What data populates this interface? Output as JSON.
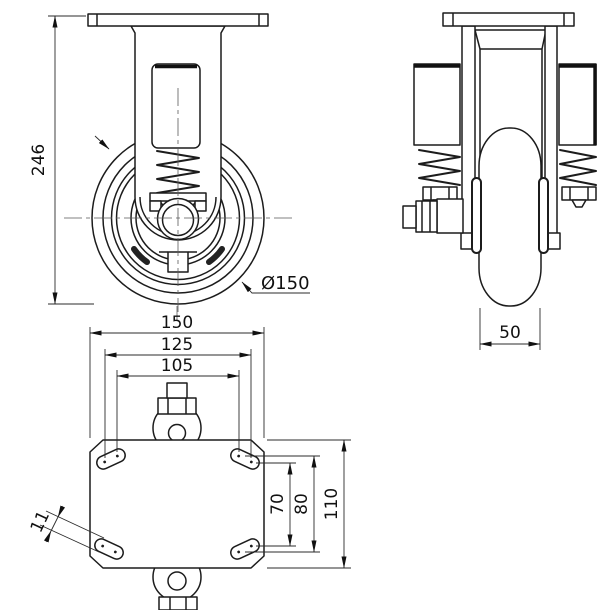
{
  "drawing": {
    "ink_color": "#1c1c1c",
    "background_color": "#ffffff",
    "front_view": {
      "overall_height": "246",
      "wheel_diameter_label": "Ø150"
    },
    "side_view": {
      "wheel_width": "50"
    },
    "plate_view": {
      "plate_width": "150",
      "bolt_pattern_width_outer": "125",
      "bolt_pattern_width_inner": "105",
      "bolt_pattern_height_inner": "70",
      "bolt_pattern_height_outer": "80",
      "plate_depth": "110",
      "slot_width": "11"
    }
  }
}
